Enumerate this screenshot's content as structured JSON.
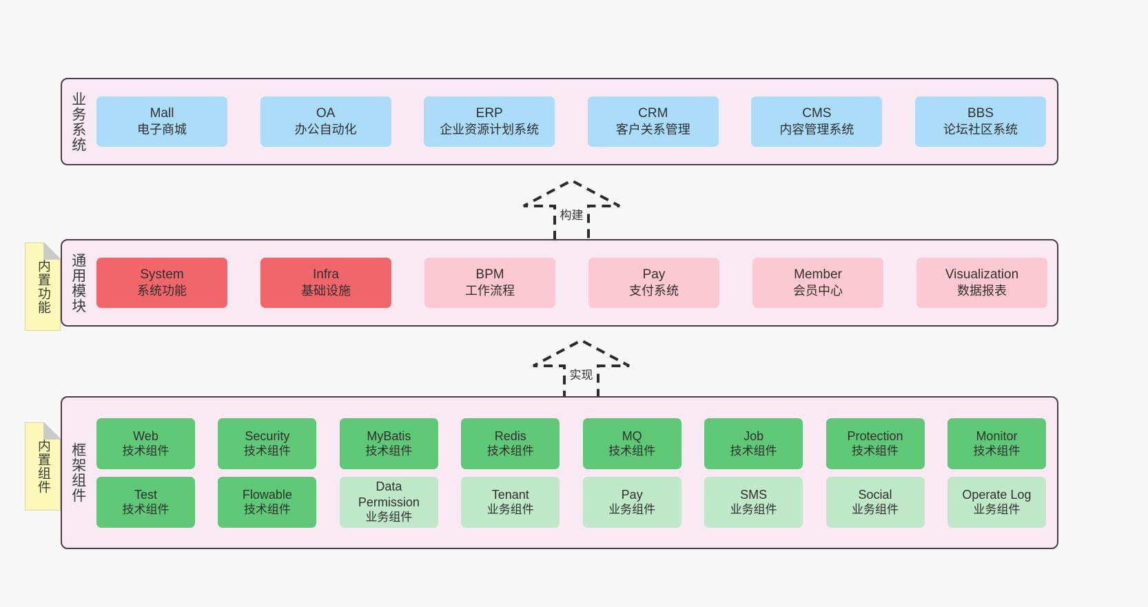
{
  "diagram": {
    "background": "#f7f7f7",
    "layer_fill": "#f8e9f3",
    "layer_border": "#4a3b4a"
  },
  "layers": [
    {
      "id": "business",
      "caption": "业务系统",
      "node_color": "#aadcf8",
      "nodes": [
        {
          "name": "Mall",
          "desc": "电子商城"
        },
        {
          "name": "OA",
          "desc": "办公自动化"
        },
        {
          "name": "ERP",
          "desc": "企业资源计划系统"
        },
        {
          "name": "CRM",
          "desc": "客户关系管理"
        },
        {
          "name": "CMS",
          "desc": "内容管理系统"
        },
        {
          "name": "BBS",
          "desc": "论坛社区系统"
        }
      ]
    },
    {
      "id": "common",
      "caption": "通用模块",
      "node_color_strong": "#f0666b",
      "node_color_light": "#fcc8d1",
      "nodes": [
        {
          "name": "System",
          "desc": "系统功能",
          "emphasis": "strong"
        },
        {
          "name": "Infra",
          "desc": "基础设施",
          "emphasis": "strong"
        },
        {
          "name": "BPM",
          "desc": "工作流程",
          "emphasis": "light"
        },
        {
          "name": "Pay",
          "desc": "支付系统",
          "emphasis": "light"
        },
        {
          "name": "Member",
          "desc": "会员中心",
          "emphasis": "light"
        },
        {
          "name": "Visualization",
          "desc": "数据报表",
          "emphasis": "light"
        }
      ]
    },
    {
      "id": "framework",
      "caption": "框架组件",
      "node_color_strong": "#5ec877",
      "node_color_light": "#bfe8c8",
      "rows": [
        [
          {
            "name": "Web",
            "desc": "技术组件",
            "emphasis": "strong"
          },
          {
            "name": "Security",
            "desc": "技术组件",
            "emphasis": "strong"
          },
          {
            "name": "MyBatis",
            "desc": "技术组件",
            "emphasis": "strong"
          },
          {
            "name": "Redis",
            "desc": "技术组件",
            "emphasis": "strong"
          },
          {
            "name": "MQ",
            "desc": "技术组件",
            "emphasis": "strong"
          },
          {
            "name": "Job",
            "desc": "技术组件",
            "emphasis": "strong"
          },
          {
            "name": "Protection",
            "desc": "技术组件",
            "emphasis": "strong"
          },
          {
            "name": "Monitor",
            "desc": "技术组件",
            "emphasis": "strong"
          }
        ],
        [
          {
            "name": "Test",
            "desc": "技术组件",
            "emphasis": "strong"
          },
          {
            "name": "Flowable",
            "desc": "技术组件",
            "emphasis": "strong"
          },
          {
            "name": "Data Permission",
            "desc": "业务组件",
            "emphasis": "light"
          },
          {
            "name": "Tenant",
            "desc": "业务组件",
            "emphasis": "light"
          },
          {
            "name": "Pay",
            "desc": "业务组件",
            "emphasis": "light"
          },
          {
            "name": "SMS",
            "desc": "业务组件",
            "emphasis": "light"
          },
          {
            "name": "Social",
            "desc": "业务组件",
            "emphasis": "light"
          },
          {
            "name": "Operate Log",
            "desc": "业务组件",
            "emphasis": "light"
          }
        ]
      ]
    }
  ],
  "notes": [
    {
      "id": "builtin-features",
      "label": "内置功能",
      "color": "#fbf8b8"
    },
    {
      "id": "builtin-components",
      "label": "内置组件",
      "color": "#fbf8b8"
    }
  ],
  "arrows": [
    {
      "id": "build",
      "label": "构建",
      "style": "dashed-open-up"
    },
    {
      "id": "implement",
      "label": "实现",
      "style": "dashed-open-up"
    }
  ]
}
